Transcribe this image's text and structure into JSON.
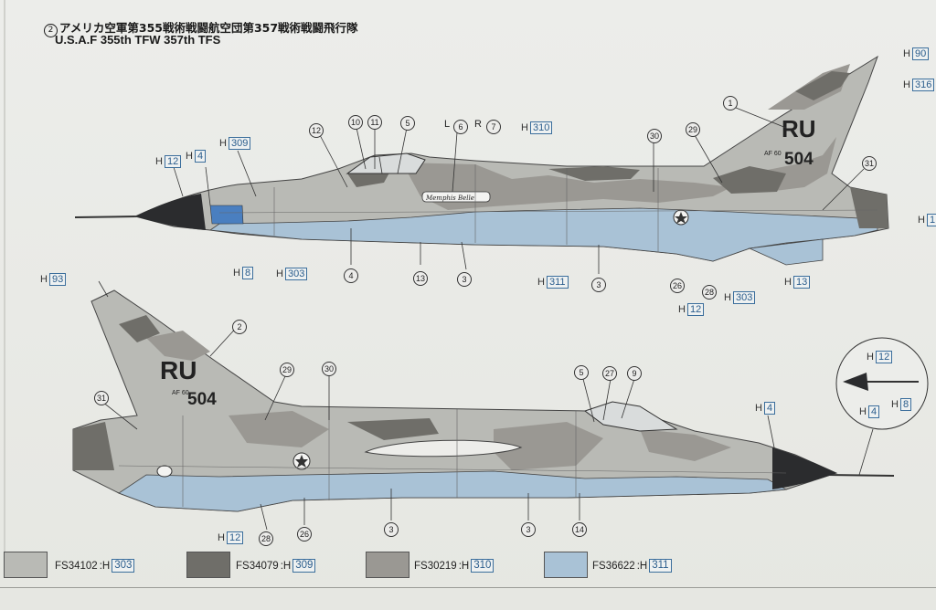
{
  "header": {
    "index": "2",
    "title_jp": "アメリカ空軍第355戦術戦闘航空団第357戦術戦闘飛行隊",
    "title_en": "U.S.A.F 355th TFW 357th TFS"
  },
  "aircraft_markings": {
    "tail_code": "RU",
    "serial_prefix": "AF 60",
    "serial": "504",
    "nose_art": "Memphis Belle"
  },
  "top_view_labels": {
    "h90": "90",
    "h316": "316",
    "h310": "310",
    "h309": "309",
    "h12a": "12",
    "h4": "4",
    "h8": "8",
    "h303a": "303",
    "h311": "311",
    "h12b": "12",
    "h303b": "303",
    "h13": "13",
    "h1x": "1",
    "lr": "L",
    "r": "R"
  },
  "bottom_view_labels": {
    "h93": "93",
    "h4": "4",
    "h12": "12"
  },
  "inset_labels": {
    "h12": "12",
    "h4": "4",
    "h8": "8"
  },
  "callouts_top": [
    "1",
    "29",
    "30",
    "31",
    "12",
    "10",
    "11",
    "5",
    "6",
    "7",
    "4",
    "13",
    "3",
    "3",
    "26",
    "28"
  ],
  "callouts_bottom": [
    "2",
    "29",
    "30",
    "31",
    "5",
    "27",
    "9",
    "3",
    "3",
    "14",
    "26",
    "28"
  ],
  "legend": [
    {
      "code": "FS34102",
      "h": "303",
      "color": "#b9bab5"
    },
    {
      "code": "FS34079",
      "h": "309",
      "color": "#6f6e69"
    },
    {
      "code": "FS30219",
      "h": "310",
      "color": "#9a9893"
    },
    {
      "code": "FS36622",
      "h": "311",
      "color": "#a9c2d6"
    }
  ],
  "colors": {
    "gray_light": "#b9bab5",
    "gray_dark": "#6f6e69",
    "tan": "#9a9893",
    "blue": "#a9c2d6",
    "radome": "#2b2c2e"
  }
}
